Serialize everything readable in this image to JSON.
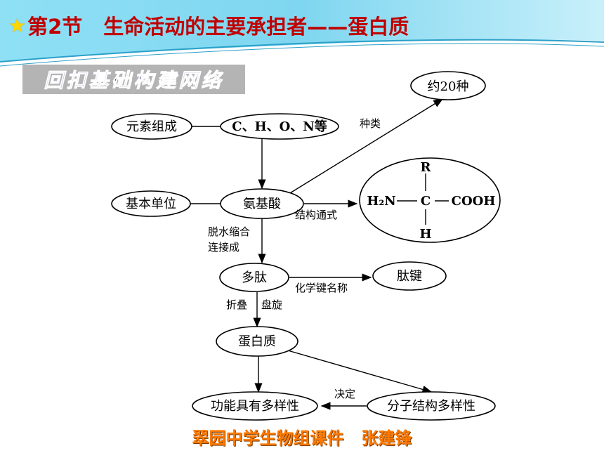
{
  "title": {
    "star": "★",
    "section": "第2节",
    "heading": "生命活动的主要承担者——蛋白质"
  },
  "banner": "回扣基础构建网络",
  "footer": "翠园中学生物组课件   张建锋",
  "diagram": {
    "nodes": {
      "elements": "元素组成",
      "chon": "C、H、O、N等",
      "kinds": "约20种",
      "basic_unit": "基本单位",
      "amino_acid": "氨基酸",
      "polypeptide": "多肽",
      "peptide_bond": "肽键",
      "protein": "蛋白质",
      "function_diversity": "功能具有多样性",
      "structure_diversity": "分子结构多样性"
    },
    "formula": {
      "r": "R",
      "h2n": "H₂N",
      "c": "C",
      "cooh": "COOH",
      "h": "H"
    },
    "labels": {
      "types": "种类",
      "structural_formula": "结构通式",
      "dehydration_1": "脱水缩合",
      "dehydration_2": "连接成",
      "chemical_bond_name": "化学键名称",
      "fold": "折叠",
      "coil": "盘旋",
      "determines": "决定"
    }
  },
  "colors": {
    "title": "#c00000",
    "banner_text": "#1d2b8a",
    "footer": "#ff7a00",
    "header_bg": "#7fd6f0"
  }
}
